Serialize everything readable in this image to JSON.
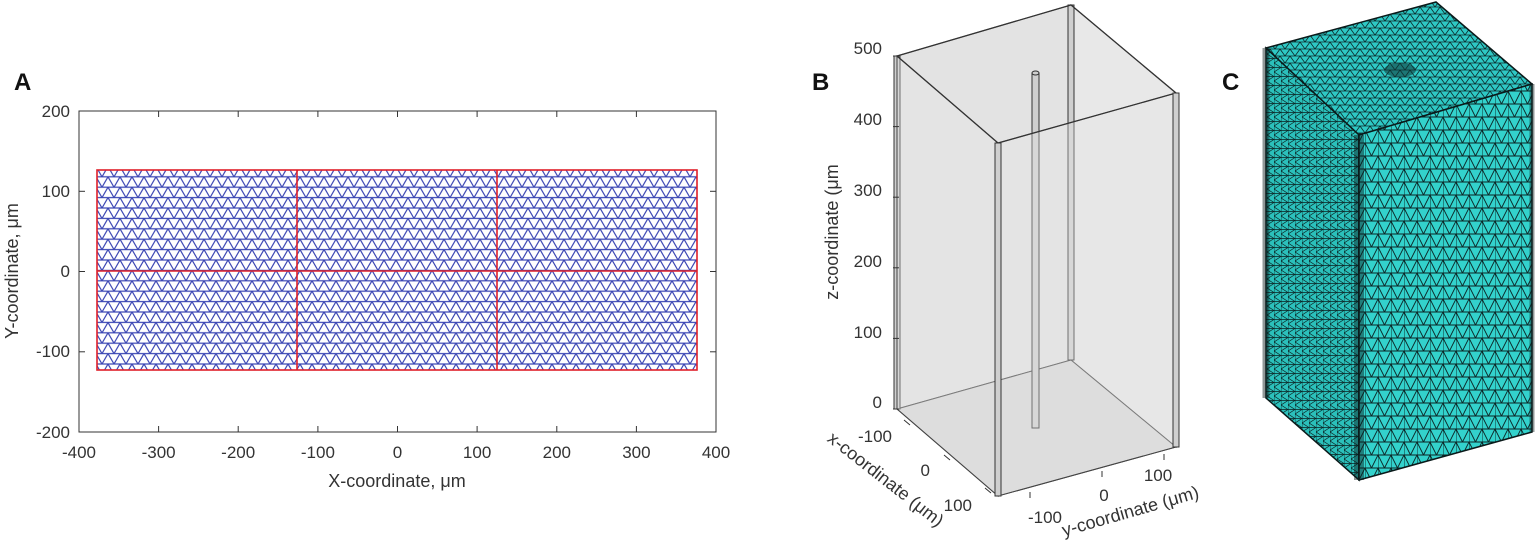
{
  "panels": {
    "a": {
      "letter": "A",
      "xlabel": "X-coordinate, μm",
      "ylabel": "Y-coordinate, μm",
      "xticks": [
        "-400",
        "-300",
        "-200",
        "-100",
        "0",
        "100",
        "200",
        "300",
        "400"
      ],
      "yticks": [
        "200",
        "100",
        "0",
        "-100",
        "-200"
      ]
    },
    "b": {
      "letter": "B",
      "zlabel": "z-coordinate (μm",
      "xlabel": "x-coordinate (μm)",
      "ylabel": "y-coordinate (μm)",
      "zticks": [
        "500",
        "400",
        "300",
        "200",
        "100",
        "0"
      ],
      "xticks": [
        "-100",
        "0",
        "100"
      ],
      "yticks": [
        "-100",
        "0",
        "100"
      ]
    },
    "c": {
      "letter": "C"
    }
  },
  "colors": {
    "mesh_edge": "#3c47b4",
    "mesh_fill": "#ffffff",
    "partition": "#e0202a",
    "box_fill": "#e3e3e3",
    "solid_mesh_top": "#2ec8c4",
    "solid_mesh_front": "#33d2cc",
    "solid_mesh_side": "#2bc0bb"
  }
}
